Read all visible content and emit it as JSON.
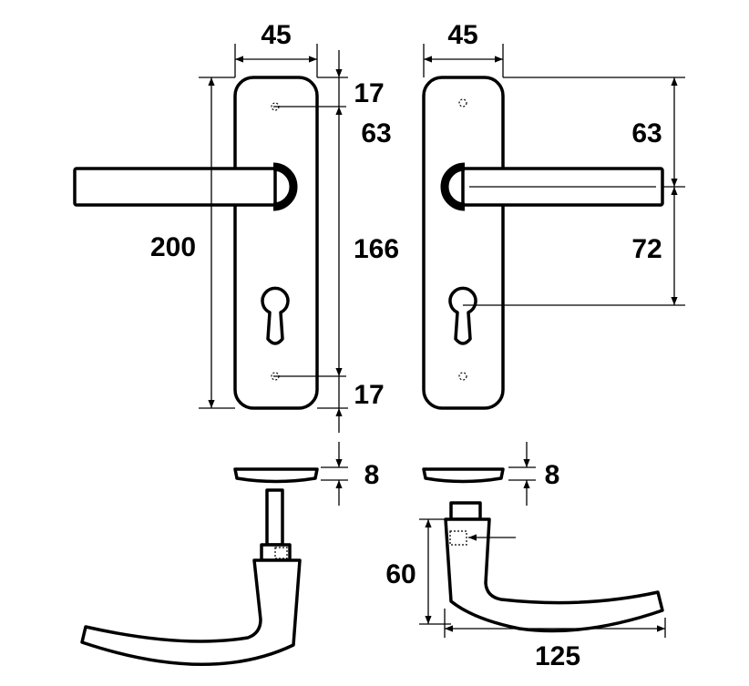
{
  "dimensions": {
    "front_width": "45",
    "back_width": "45",
    "top_hole_offset": "17",
    "hole_to_lever": "63",
    "plate_height": "200",
    "hole_spacing": "166",
    "bottom_hole_offset": "17",
    "back_lever_offset": "63",
    "back_lever_to_cylinder": "72",
    "front_rose_thickness": "8",
    "back_rose_thickness": "8",
    "lever_height": "60",
    "lever_length": "125"
  },
  "colors": {
    "line": "#000000",
    "background": "#ffffff"
  }
}
